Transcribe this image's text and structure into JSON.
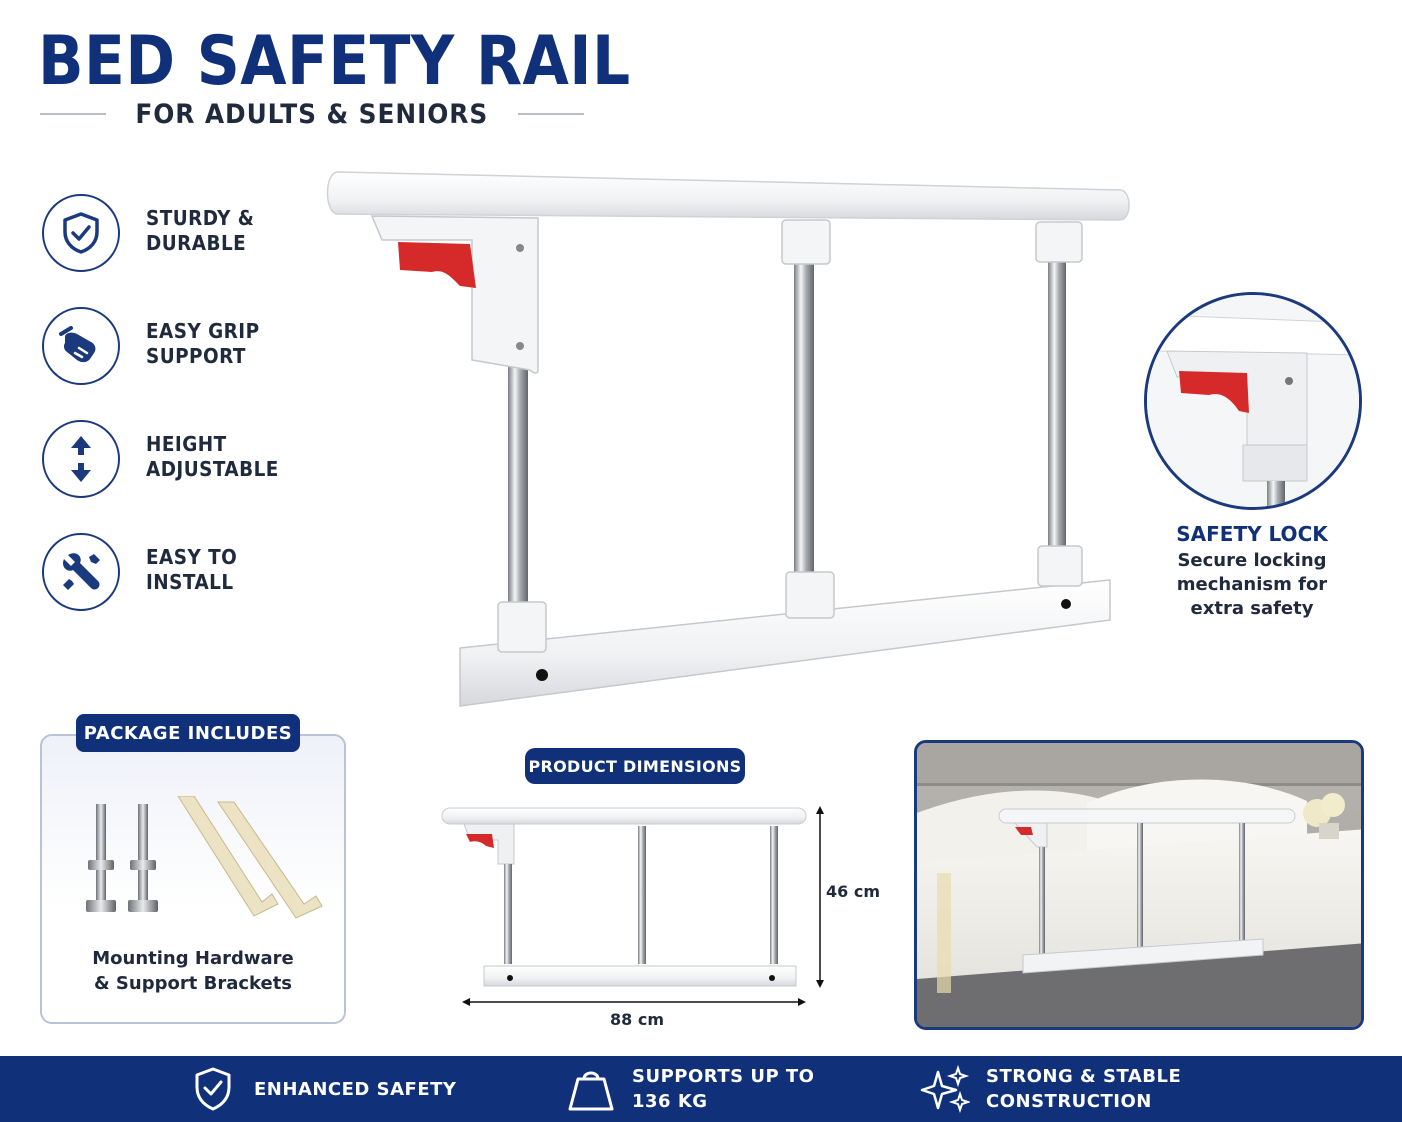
{
  "header": {
    "title": "BED SAFETY RAIL",
    "subtitle": "FOR ADULTS & SENIORS"
  },
  "features": [
    {
      "icon": "shield-check-icon",
      "line1": "STURDY &",
      "line2": "DURABLE"
    },
    {
      "icon": "hand-grip-icon",
      "line1": "EASY GRIP",
      "line2": "SUPPORT"
    },
    {
      "icon": "vertical-arrows-icon",
      "line1": "HEIGHT",
      "line2": "ADJUSTABLE"
    },
    {
      "icon": "tools-icon",
      "line1": "EASY TO",
      "line2": "INSTALL"
    }
  ],
  "safety_lock": {
    "title": "SAFETY LOCK",
    "line1": "Secure locking",
    "line2": "mechanism for",
    "line3": "extra safety"
  },
  "package": {
    "badge": "PACKAGE INCLUDES",
    "line1": "Mounting Hardware",
    "line2": "& Support Brackets"
  },
  "dimensions": {
    "badge": "PRODUCT DIMENSIONS",
    "height": "46 cm",
    "width": "88 cm"
  },
  "footer": [
    {
      "icon": "shield-check-icon",
      "line1": "ENHANCED SAFETY",
      "line2": ""
    },
    {
      "icon": "weight-icon",
      "line1": "SUPPORTS UP TO",
      "line2": "136 KG"
    },
    {
      "icon": "sparkle-icon",
      "line1": "STRONG & STABLE",
      "line2": "CONSTRUCTION"
    }
  ],
  "colors": {
    "brand_navy": "#10307a",
    "lock_red": "#d62a2a",
    "rail_white": "#f3f4f6",
    "chrome": "#b8bcc2"
  }
}
